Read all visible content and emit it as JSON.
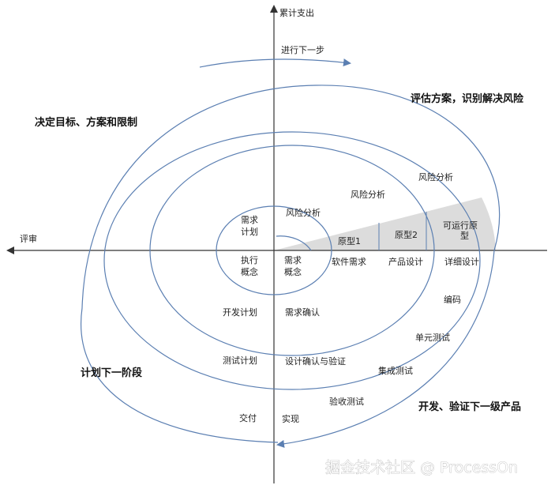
{
  "axes": {
    "y_label": "累计支出",
    "x_label": "评审"
  },
  "top_arrow_label": "进行下一步",
  "quadrants": {
    "top_left": "决定目标、方案和限制",
    "top_right": "评估方案，识别解决风险",
    "bottom_left": "计划下一阶段",
    "bottom_right": "开发、验证下一级产品"
  },
  "risk_analysis": {
    "r1": "风险分析",
    "r2": "风险分析",
    "r3": "风险分析"
  },
  "prototypes": {
    "p1": "原型1",
    "p2": "原型2",
    "op1": "可运行原",
    "op2": "型"
  },
  "centre": {
    "req_plan_1": "需求",
    "req_plan_2": "计划",
    "exec_1": "执行",
    "exec_2": "概念",
    "req_concept_1": "需求",
    "req_concept_2": "概念"
  },
  "phases": {
    "software_req": "软件需求",
    "product_design": "产品设计",
    "detailed_design": "详细设计",
    "dev_plan": "开发计划",
    "req_confirm": "需求确认",
    "coding": "编码",
    "unit_test": "单元测试",
    "test_plan": "测试计划",
    "design_verify": "设计确认与验证",
    "integration_test": "集成测试",
    "acceptance_test": "验收测试",
    "delivery": "交付",
    "implementation": "实现"
  },
  "watermark": "掘金技术社区 @ ProcessOn",
  "colors": {
    "spiral": "#5b7fb2",
    "axis": "#333333",
    "prototype_fill": "#dcdcdc",
    "text": "#222222"
  }
}
